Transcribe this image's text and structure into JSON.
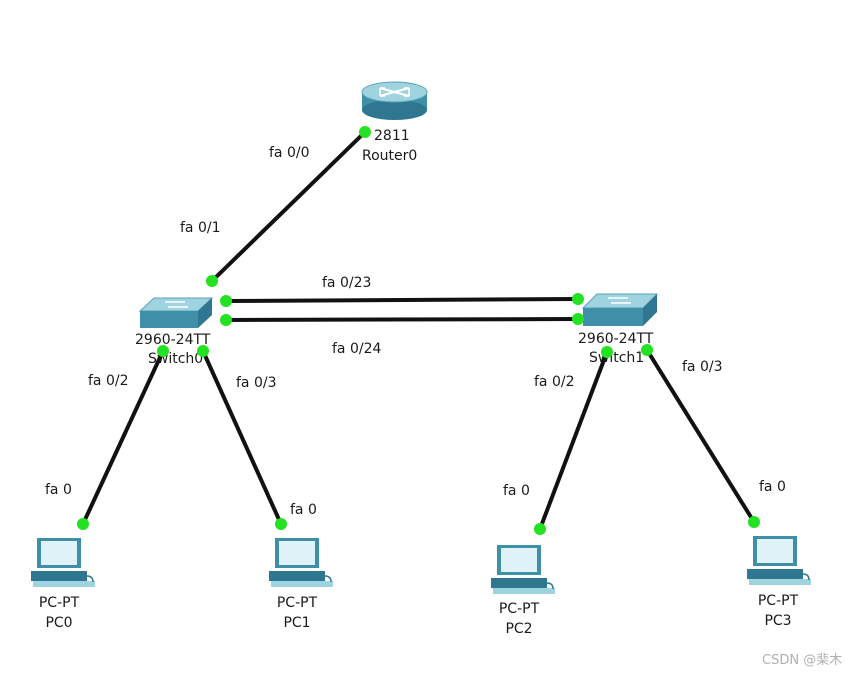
{
  "colors": {
    "link": "#111111",
    "port": "#22e222",
    "device_body": "#3f8fa8",
    "device_top": "#9fd3e0"
  },
  "devices": {
    "router0": {
      "model": "2811",
      "name": "Router0",
      "icon": "router-icon"
    },
    "switch0": {
      "model": "2960-24TT",
      "name": "Switch0",
      "icon": "switch-icon"
    },
    "switch1": {
      "model": "2960-24TT",
      "name": "Switch1",
      "icon": "switch-icon"
    },
    "pc0": {
      "model": "PC-PT",
      "name": "PC0",
      "icon": "pc-icon"
    },
    "pc1": {
      "model": "PC-PT",
      "name": "PC1",
      "icon": "pc-icon"
    },
    "pc2": {
      "model": "PC-PT",
      "name": "PC2",
      "icon": "pc-icon"
    },
    "pc3": {
      "model": "PC-PT",
      "name": "PC3",
      "icon": "pc-icon"
    }
  },
  "ports": {
    "router0_fa00": "fa 0/0",
    "switch0_fa01": "fa 0/1",
    "switch_fa023": "fa 0/23",
    "switch_fa024": "fa 0/24",
    "switch0_fa02": "fa 0/2",
    "switch0_fa03": "fa 0/3",
    "switch1_fa02": "fa 0/2",
    "switch1_fa03": "fa 0/3",
    "pc0_fa0": "fa 0",
    "pc1_fa0": "fa 0",
    "pc2_fa0": "fa 0",
    "pc3_fa0": "fa 0"
  },
  "watermark": "CSDN @棐木"
}
